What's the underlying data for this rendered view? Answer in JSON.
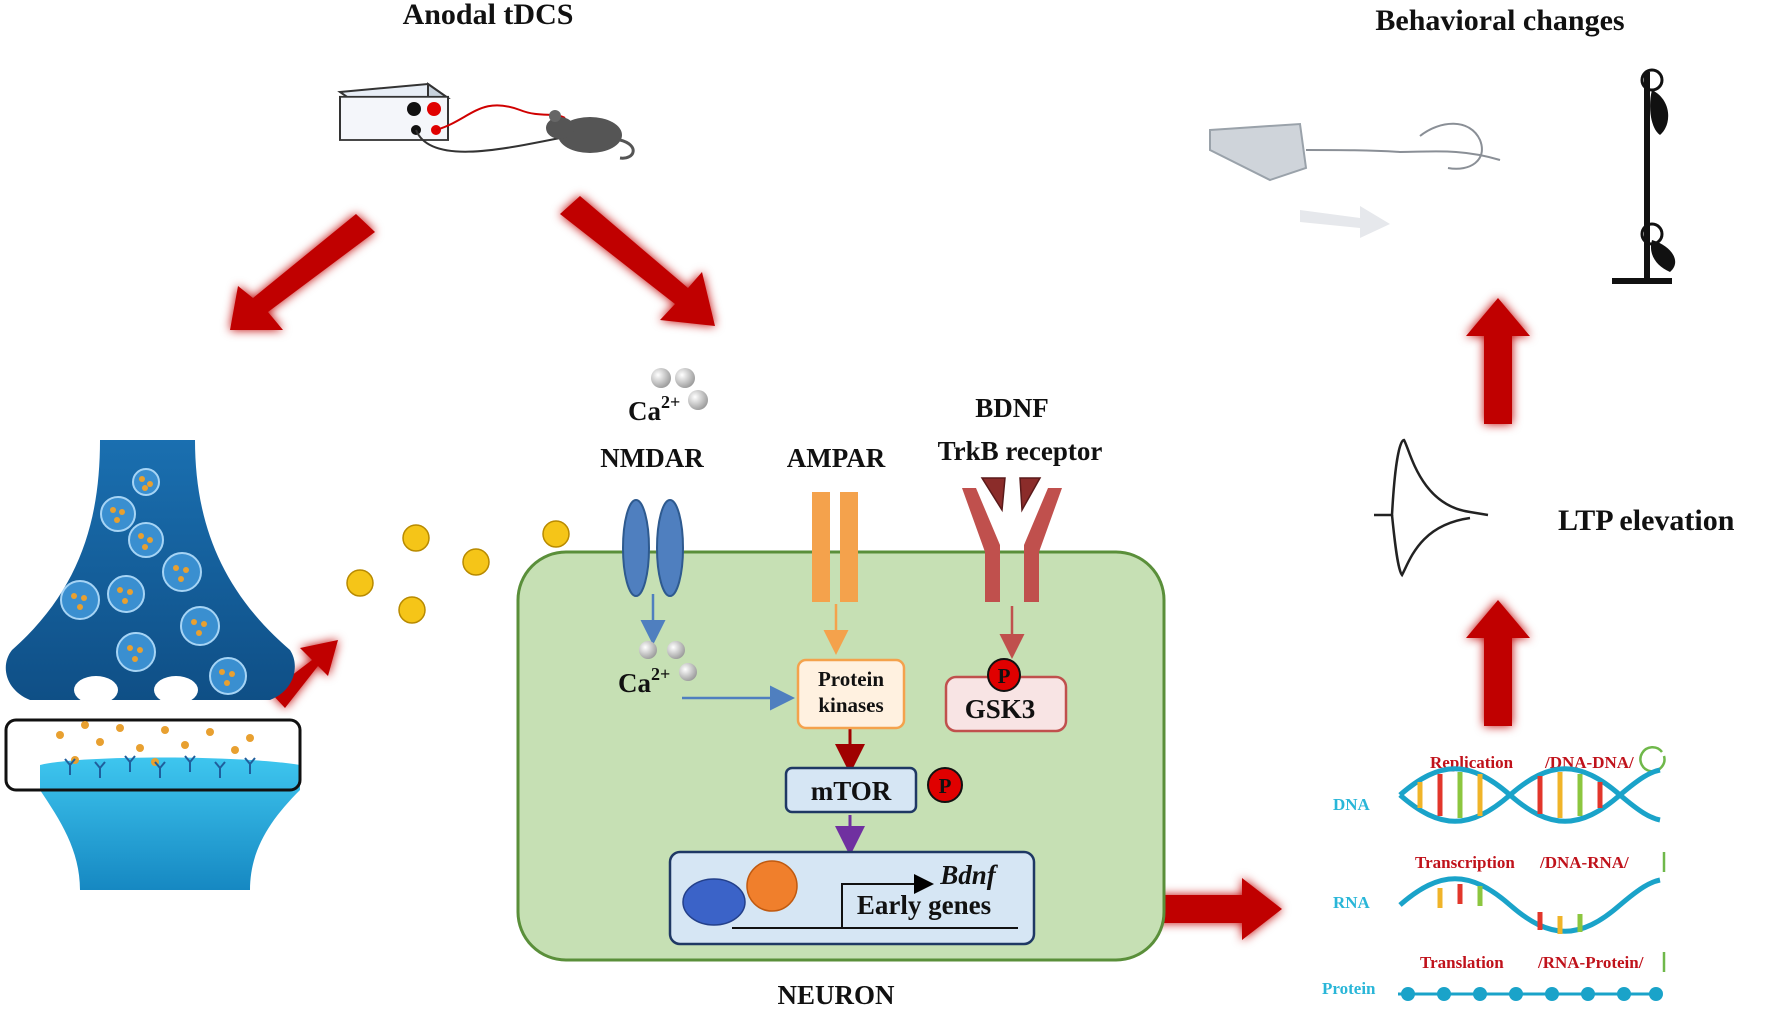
{
  "title_tdcs": "Anodal tDCS",
  "title_behavior": "Behavioral changes",
  "ltp": "LTP  elevation",
  "neuron": "NEURON",
  "receptors": {
    "nmdar": "NMDAR",
    "ampar": "AMPAR",
    "bdnf": "BDNF",
    "trkb": "TrkB receptor",
    "ca_top": "Ca",
    "ca_inside": "Ca",
    "ca_sup": "2+"
  },
  "boxes": {
    "protein_line1": "Protein",
    "protein_line2": "kinases",
    "gsk3": "GSK3",
    "mtor": "mTOR",
    "phospho": "P",
    "bdnf_gene": "Bdnf",
    "early_genes": "Early  genes"
  },
  "central_dogma": {
    "replication": "Replication",
    "replication_type": "/DNA-DNA/",
    "transcription": "Transcription",
    "transcription_type": "/DNA-RNA/",
    "translation": "Translation",
    "translation_type": "/RNA-Protein/",
    "dna": "DNA",
    "rna": "RNA",
    "protein": "Protein"
  },
  "colors": {
    "arrow_red": "#c00000",
    "cell_fill": "#c6e0b4",
    "cell_border": "#5a8f3a",
    "nmdar": "#4f7fbf",
    "ampar": "#f4a24c",
    "trkb": "#c0504d",
    "mtor_border": "#1f3864",
    "neurotransmitter": "#f5c518"
  }
}
